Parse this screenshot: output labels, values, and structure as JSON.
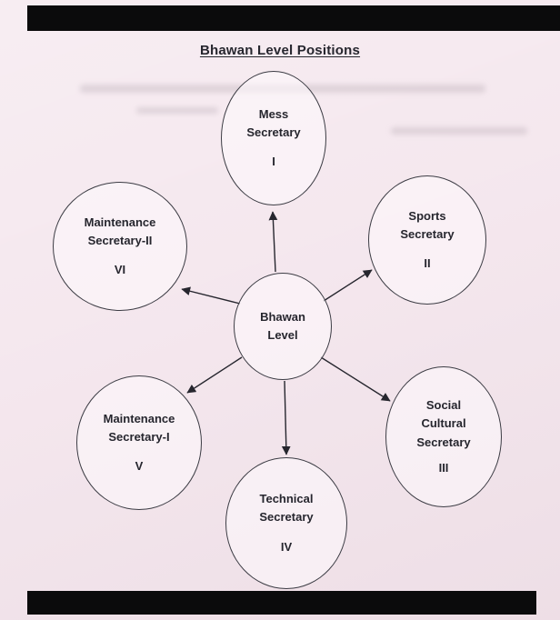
{
  "page": {
    "title": "Bhawan Level Positions"
  },
  "colors": {
    "paper": "#f4e6ed",
    "ink": "#26262e",
    "bar": "#0b0b0c"
  },
  "diagram": {
    "center_node": {
      "lines": [
        "Bhawan",
        "Level"
      ]
    },
    "nodes": [
      {
        "id": "mess-secretary",
        "lines": [
          "Mess",
          "Secretary"
        ],
        "numeral": "I"
      },
      {
        "id": "sports-secretary",
        "lines": [
          "Sports",
          "Secretary"
        ],
        "numeral": "II"
      },
      {
        "id": "social-cultural-secretary",
        "lines": [
          "Social",
          "Cultural",
          "Secretary"
        ],
        "numeral": "III"
      },
      {
        "id": "technical-secretary",
        "lines": [
          "Technical",
          "Secretary"
        ],
        "numeral": "IV"
      },
      {
        "id": "maintenance-secretary-1",
        "lines": [
          "Maintenance",
          "Secretary-I"
        ],
        "numeral": "V"
      },
      {
        "id": "maintenance-secretary-2",
        "lines": [
          "Maintenance",
          "Secretary-II"
        ],
        "numeral": "VI"
      }
    ]
  }
}
